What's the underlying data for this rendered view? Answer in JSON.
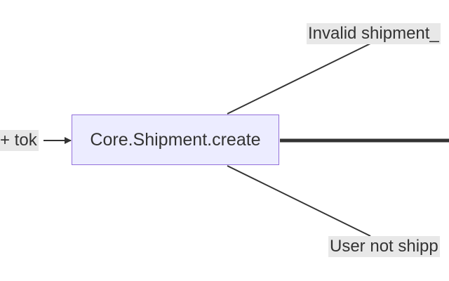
{
  "diagram": {
    "type": "flowchart",
    "direction": "left-to-right",
    "node": {
      "label": "Core.Shipment.create"
    },
    "edges": [
      {
        "label": "+ tok",
        "from": "(off-screen left)",
        "to": "Core.Shipment.create"
      },
      {
        "label": "Invalid shipment_",
        "from": "Core.Shipment.create",
        "to": "(off-screen right)"
      },
      {
        "label": "",
        "from": "Core.Shipment.create",
        "to": "(off-screen right)"
      },
      {
        "label": "User not shipp",
        "from": "Core.Shipment.create",
        "to": "(off-screen right)"
      }
    ]
  },
  "colors": {
    "node_fill": "#ececff",
    "node_border": "#9370db",
    "edge_stroke": "#333333",
    "edge_label_background": "#e8e8e8",
    "text": "#333333"
  }
}
